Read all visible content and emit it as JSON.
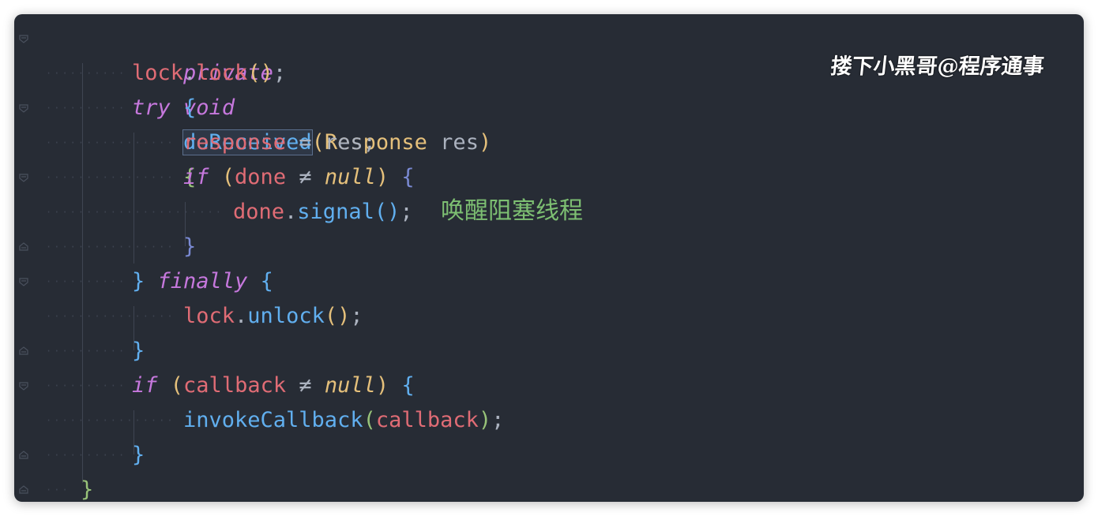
{
  "colors": {
    "background": "#272c35",
    "keyword": "#c678dd",
    "function": "#61afef",
    "variable": "#e06c75",
    "type": "#e5c07b",
    "plain": "#abb2bf",
    "annotation": "#7dbf72"
  },
  "code": {
    "l1": {
      "private": "private",
      "void": "void",
      "name": "doReceived",
      "open": "(",
      "type": "Response",
      "param": " res",
      "close": ")",
      "brace": "{"
    },
    "l2": {
      "obj": "lock",
      "dot": ".",
      "fn": "lock",
      "parens": "()",
      "semi": ";"
    },
    "l3": {
      "kw": "try",
      "brace": "{"
    },
    "l4": {
      "var": "response",
      "eq": " = ",
      "val": "res",
      "semi": ";"
    },
    "l5": {
      "kw": "if",
      "open": "(",
      "var": "done",
      "op": " ≠ ",
      "null": "null",
      "close": ")",
      "brace": "{"
    },
    "l6": {
      "obj": "done",
      "dot": ".",
      "fn": "signal",
      "parens": "()",
      "semi": ";"
    },
    "l7": {
      "brace": "}"
    },
    "l8": {
      "brace": "}",
      "kw": "finally",
      "brace2": "{"
    },
    "l9": {
      "obj": "lock",
      "dot": ".",
      "fn": "unlock",
      "parens": "()",
      "semi": ";"
    },
    "l10": {
      "brace": "}"
    },
    "l11": {
      "kw": "if",
      "open": "(",
      "var": "callback",
      "op": " ≠ ",
      "null": "null",
      "close": ")",
      "brace": "{"
    },
    "l12": {
      "fn": "invokeCallback",
      "open": "(",
      "arg": "callback",
      "close": ")",
      "semi": ";"
    },
    "l13": {
      "brace": "}"
    },
    "l14": {
      "brace": "}"
    }
  },
  "annotation": "唤醒阻塞线程",
  "watermark": "搂下小黑哥@程序通事",
  "icons": [
    "fold-open-icon",
    "fold-close-icon"
  ]
}
